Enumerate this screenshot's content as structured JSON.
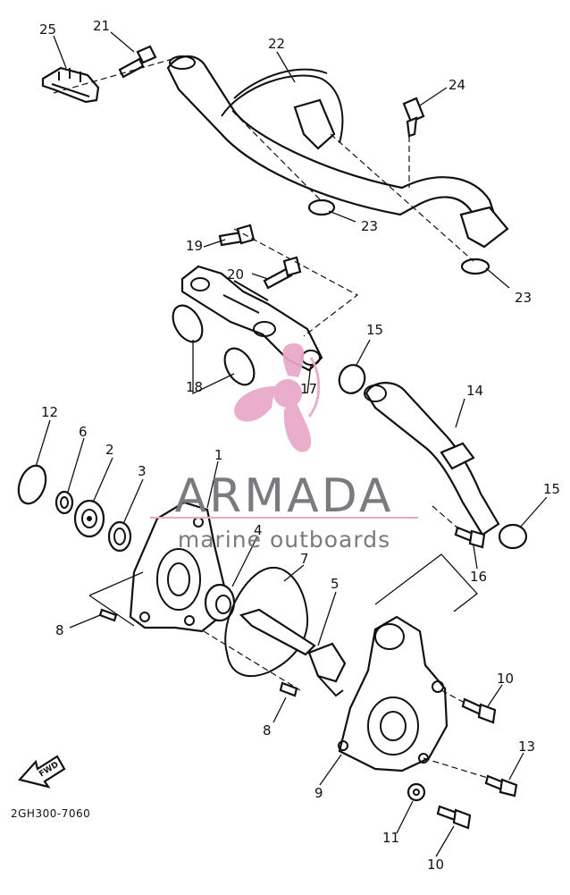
{
  "diagram": {
    "part_labels": {
      "p1": "1",
      "p2": "2",
      "p3": "3",
      "p4": "4",
      "p5": "5",
      "p6": "6",
      "p7": "7",
      "p8a": "8",
      "p8b": "8",
      "p9": "9",
      "p10a": "10",
      "p10b": "10",
      "p11": "11",
      "p12": "12",
      "p13": "13",
      "p14": "14",
      "p15a": "15",
      "p15b": "15",
      "p16": "16",
      "p17": "17",
      "p18": "18",
      "p19": "19",
      "p20": "20",
      "p21": "21",
      "p22": "22",
      "p23a": "23",
      "p23b": "23",
      "p24": "24",
      "p25": "25"
    },
    "fwd_label": "FWD",
    "drawing_code": "2GH300-7060"
  },
  "watermark": {
    "brand": "ARMADA",
    "tagline": "marine outboards",
    "logo_color": "#e9a8c8",
    "text_color": "#7a7a80"
  }
}
